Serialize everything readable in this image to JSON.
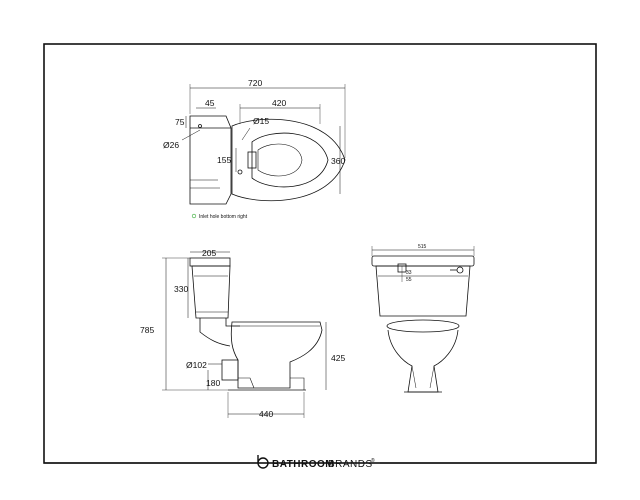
{
  "plan": {
    "dim_overall_width": "720",
    "dim_pan_width": "420",
    "dim_cistern_depth": "45",
    "dim_pipe_offset": "75",
    "dim_pipe_diameter": "Ø26",
    "dim_inlet_diameter": "Ø15",
    "dim_inlet_offset": "155",
    "dim_pan_depth": "360",
    "note": "Inlet hole bottom right"
  },
  "side": {
    "dim_cistern_width": "205",
    "dim_cistern_height": "330",
    "dim_overall_height": "785",
    "dim_outlet_diameter": "Ø102",
    "dim_outlet_height": "180",
    "dim_pan_height": "425",
    "dim_pan_length": "440"
  },
  "front": {
    "dim_overall_width": "515",
    "dim_lever_offset_a": "33",
    "dim_lever_offset_b": "55"
  },
  "footer": {
    "brand_bold": "BATHROOM",
    "brand_light": "BRANDS",
    "trademark": "®"
  }
}
